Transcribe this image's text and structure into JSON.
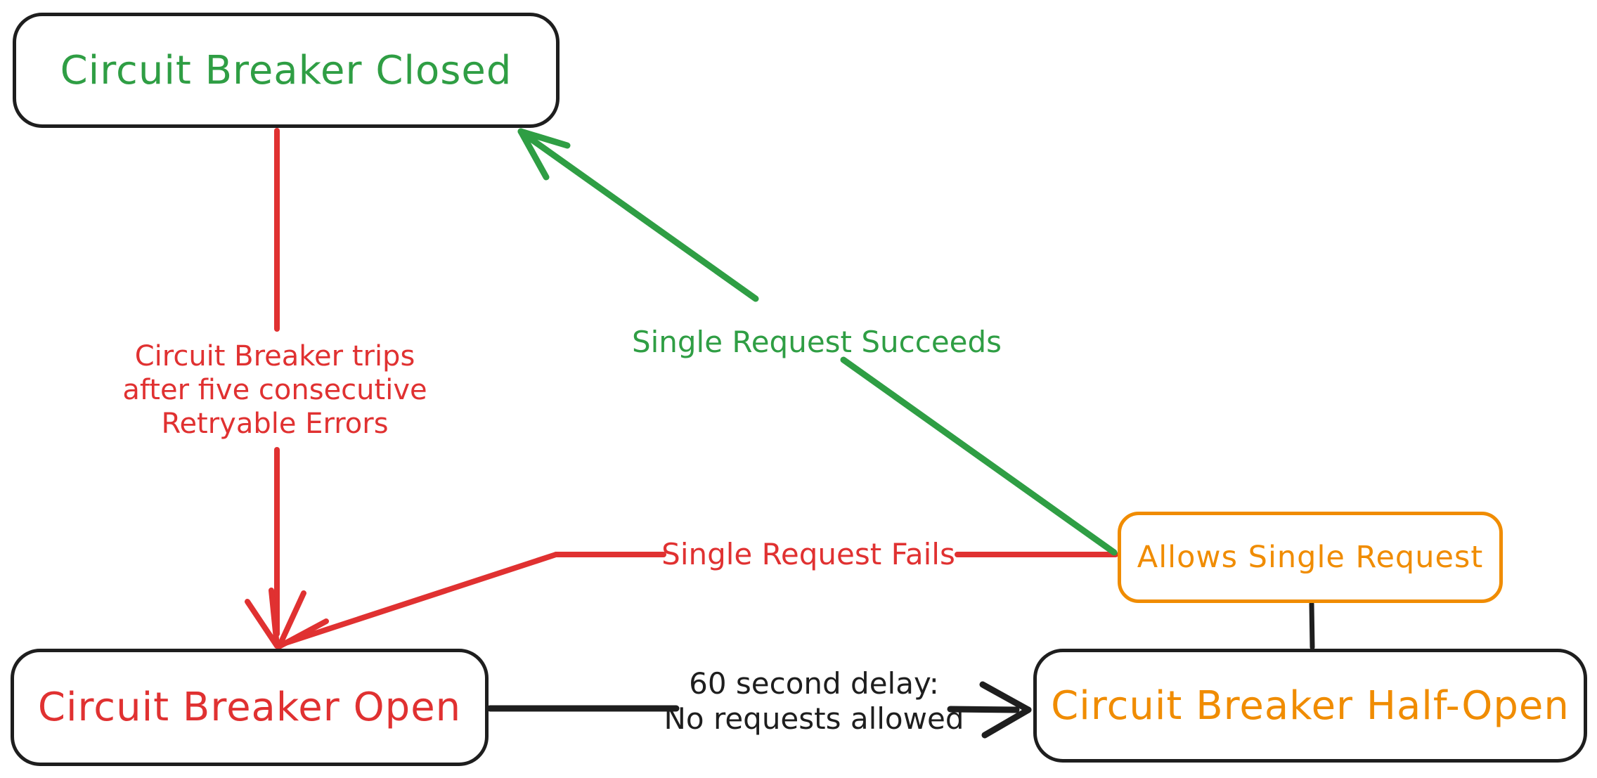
{
  "diagram": {
    "title": "Circuit Breaker state diagram",
    "colors": {
      "black": "#1e1e1e",
      "green": "#2f9e44",
      "red": "#e03131",
      "orange": "#f08c00"
    },
    "nodes": {
      "closed": {
        "label": "Circuit Breaker Closed"
      },
      "open": {
        "label": "Circuit Breaker Open"
      },
      "half_open": {
        "label": "Circuit Breaker Half-Open"
      },
      "allows": {
        "label": "Allows Single Request"
      }
    },
    "edges": {
      "trip": {
        "lines": [
          "Circuit Breaker trips",
          "after five consecutive",
          "Retryable Errors"
        ],
        "from": "closed",
        "to": "open"
      },
      "succeed": {
        "label": "Single Request Succeeds",
        "from": "allows",
        "to": "closed"
      },
      "fail": {
        "label": "Single Request Fails",
        "from": "allows",
        "to": "open"
      },
      "delay": {
        "lines": [
          "60 second delay:",
          "No requests allowed"
        ],
        "from": "open",
        "to": "half_open"
      },
      "allows_link": {
        "from": "half_open",
        "to": "allows"
      }
    }
  }
}
